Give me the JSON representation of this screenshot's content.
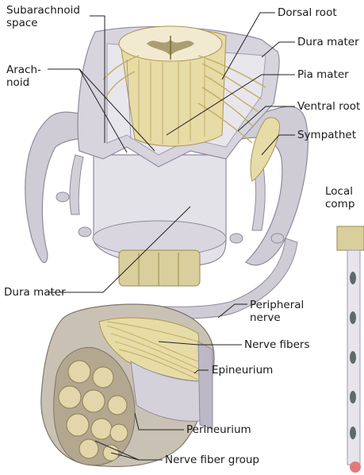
{
  "labels": {
    "subarachnoid_space": {
      "line1": "Subarachnoid",
      "line2": "space"
    },
    "arachnoid": {
      "line1": "Arach-",
      "line2": "noid"
    },
    "dorsal_root": "Dorsal root",
    "dura_mater_top": "Dura mater",
    "pia_mater": "Pia mater",
    "ventral_root": "Ventral root",
    "sympathetic": "Sympathet",
    "local_comp": {
      "line1": "Local",
      "line2": "comp"
    },
    "dura_mater_bottom": "Dura mater",
    "peripheral_nerve": {
      "line1": "Peripheral",
      "line2": "nerve"
    },
    "nerve_fibers": "Nerve fibers",
    "epineurium": "Epineurium",
    "perineurium": "Perineurium",
    "nerve_fiber_group": "Nerve fiber group"
  },
  "colors": {
    "membrane": "#c9c6d1",
    "membrane_dark": "#9d99a8",
    "fiber": "#e3d49a",
    "fiber_dark": "#b9a45a",
    "leader_line": "#222222"
  }
}
